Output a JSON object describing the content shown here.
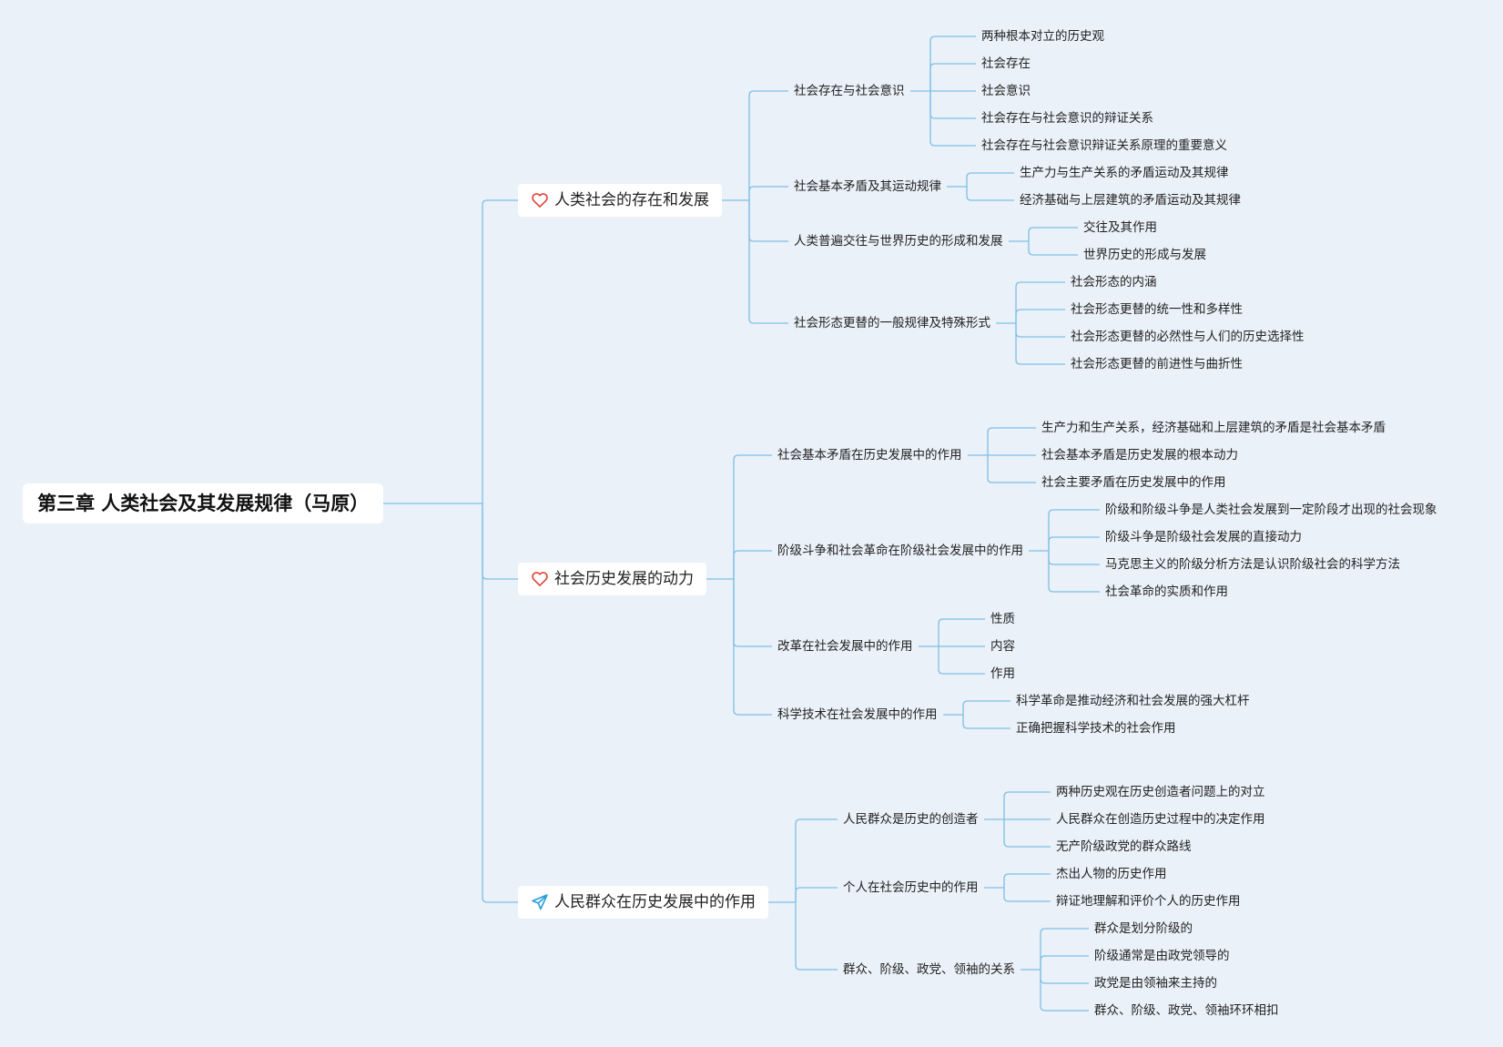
{
  "root": {
    "label": "第三章 人类社会及其发展规律（马原）"
  },
  "branches": [
    {
      "label": "人类社会的存在和发展",
      "icon": "heart-icon",
      "icon_color": "#e0453a",
      "children": [
        {
          "label": "社会存在与社会意识",
          "children": [
            "两种根本对立的历史观",
            "社会存在",
            "社会意识",
            "社会存在与社会意识的辩证关系",
            "社会存在与社会意识辩证关系原理的重要意义"
          ]
        },
        {
          "label": "社会基本矛盾及其运动规律",
          "children": [
            "生产力与生产关系的矛盾运动及其规律",
            "经济基础与上层建筑的矛盾运动及其规律"
          ]
        },
        {
          "label": "人类普遍交往与世界历史的形成和发展",
          "children": [
            "交往及其作用",
            "世界历史的形成与发展"
          ]
        },
        {
          "label": "社会形态更替的一般规律及特殊形式",
          "children": [
            "社会形态的内涵",
            "社会形态更替的统一性和多样性",
            "社会形态更替的必然性与人们的历史选择性",
            "社会形态更替的前进性与曲折性"
          ]
        }
      ]
    },
    {
      "label": "社会历史发展的动力",
      "icon": "heart-icon",
      "icon_color": "#e0453a",
      "children": [
        {
          "label": "社会基本矛盾在历史发展中的作用",
          "children": [
            "生产力和生产关系，经济基础和上层建筑的矛盾是社会基本矛盾",
            "社会基本矛盾是历史发展的根本动力",
            "社会主要矛盾在历史发展中的作用"
          ]
        },
        {
          "label": "阶级斗争和社会革命在阶级社会发展中的作用",
          "children": [
            "阶级和阶级斗争是人类社会发展到一定阶段才出现的社会现象",
            "阶级斗争是阶级社会发展的直接动力",
            "马克思主义的阶级分析方法是认识阶级社会的科学方法",
            "社会革命的实质和作用"
          ]
        },
        {
          "label": "改革在社会发展中的作用",
          "children": [
            "性质",
            "内容",
            "作用"
          ]
        },
        {
          "label": "科学技术在社会发展中的作用",
          "children": [
            "科学革命是推动经济和社会发展的强大杠杆",
            "正确把握科学技术的社会作用"
          ]
        }
      ]
    },
    {
      "label": "人民群众在历史发展中的作用",
      "icon": "paper-plane-icon",
      "icon_color": "#2a9fd6",
      "children": [
        {
          "label": "人民群众是历史的创造者",
          "children": [
            "两种历史观在历史创造者问题上的对立",
            "人民群众在创造历史过程中的决定作用",
            "无产阶级政党的群众路线"
          ]
        },
        {
          "label": "个人在社会历史中的作用",
          "children": [
            "杰出人物的历史作用",
            "辩证地理解和评价个人的历史作用"
          ]
        },
        {
          "label": "群众、阶级、政党、领袖的关系",
          "children": [
            "群众是划分阶级的",
            "阶级通常是由政党领导的",
            "政党是由领袖来主持的",
            "群众、阶级、政党、领袖环环相扣"
          ]
        }
      ]
    }
  ],
  "colors": {
    "line": "#7fbfe6",
    "background": "#eaf1f8"
  }
}
